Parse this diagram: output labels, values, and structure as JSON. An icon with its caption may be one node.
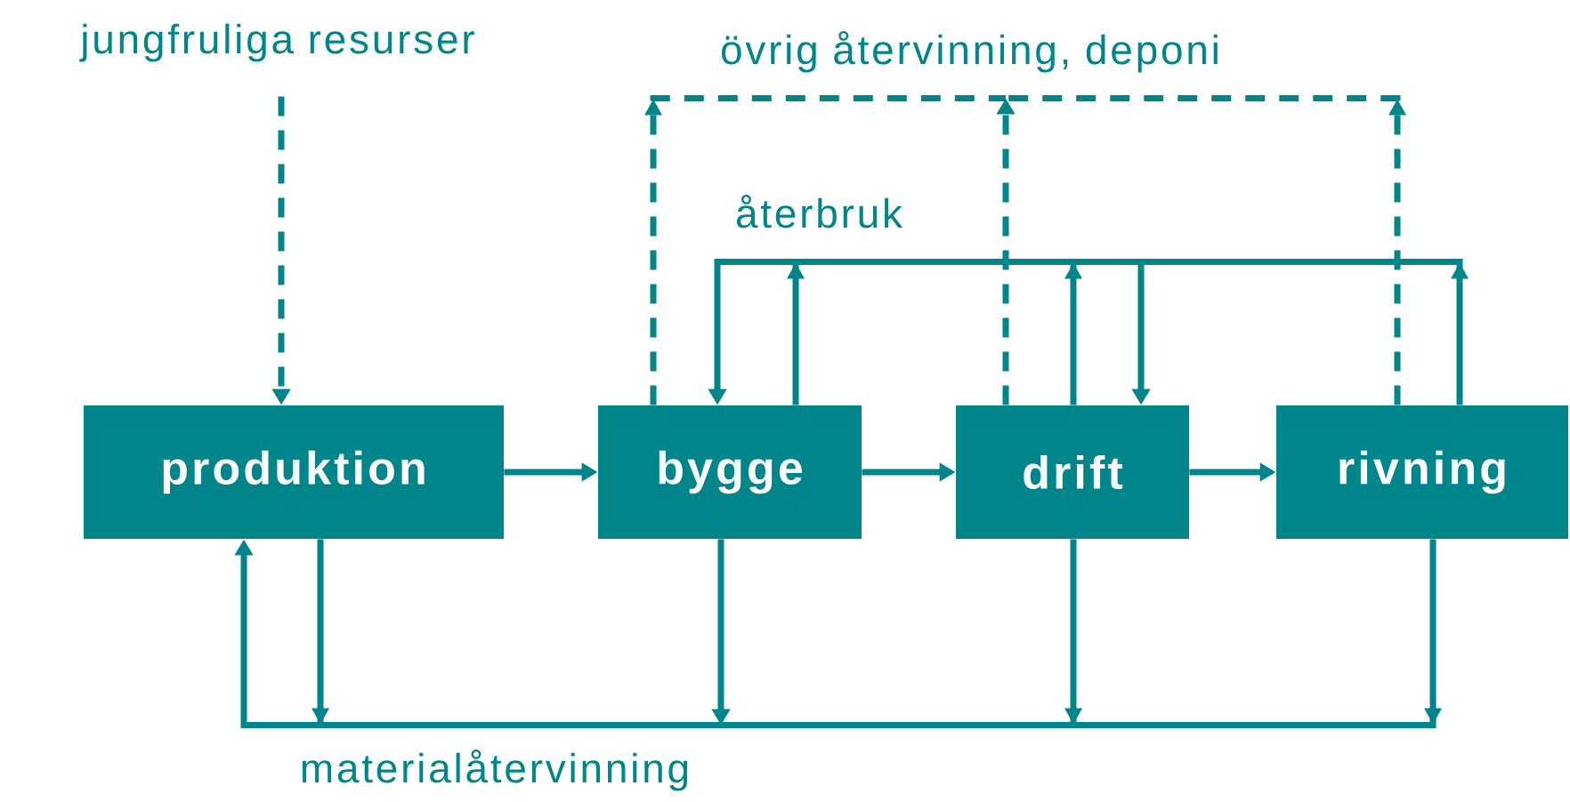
{
  "diagram": {
    "nodes": [
      {
        "text": [
          "jungfruliga resurser"
        ]
      },
      {
        "text": [
          "övrig återvinning, deponi"
        ]
      },
      {
        "text": [
          "återbruk"
        ]
      },
      {
        "text": [
          "produktion"
        ]
      },
      {
        "text": [
          "bygge"
        ]
      },
      {
        "text": [
          "drift"
        ]
      },
      {
        "text": [
          "rivning"
        ]
      },
      {
        "text": [
          "materialåtervinning"
        ]
      }
    ],
    "edges": [
      {
        "from": 0,
        "to": 3,
        "arrow": "to",
        "style": "dashed"
      },
      {
        "from": 3,
        "to": 4,
        "arrow": "to"
      },
      {
        "from": 4,
        "to": 5,
        "arrow": "to"
      },
      {
        "from": 5,
        "to": 6,
        "arrow": "to"
      },
      {
        "from": 4,
        "to": 1,
        "arrow": "to",
        "style": "dashed"
      },
      {
        "from": 5,
        "to": 1,
        "arrow": "to",
        "style": "dashed"
      },
      {
        "from": 6,
        "to": 1,
        "arrow": "to",
        "style": "dashed"
      },
      {
        "from": 4,
        "to": 2,
        "arrow": "to"
      },
      {
        "from": 5,
        "to": 2,
        "arrow": "to"
      },
      {
        "from": 6,
        "to": 2,
        "arrow": "to"
      },
      {
        "from": 2,
        "to": 4,
        "arrow": "to"
      },
      {
        "from": 2,
        "to": 5,
        "arrow": "to"
      },
      {
        "from": 3,
        "to": 7,
        "arrow": "to"
      },
      {
        "from": 4,
        "to": 7,
        "arrow": "to"
      },
      {
        "from": 5,
        "to": 7,
        "arrow": "to"
      },
      {
        "from": 6,
        "to": 7,
        "arrow": "to"
      },
      {
        "from": 7,
        "to": 3,
        "arrow": "to"
      }
    ]
  }
}
